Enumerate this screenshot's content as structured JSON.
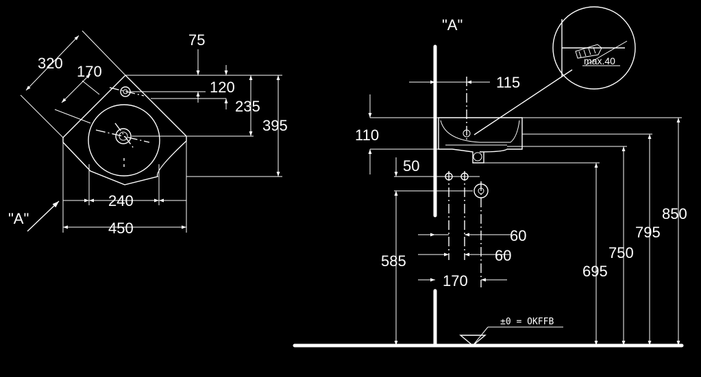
{
  "plan": {
    "dim_320": "320",
    "dim_170": "170",
    "dim_75": "75",
    "dim_120": "120",
    "dim_235": "235",
    "dim_395": "395",
    "dim_240": "240",
    "dim_450": "450",
    "view_marker": "\"A\""
  },
  "elevation": {
    "view_title": "\"A\"",
    "dim_115": "115",
    "dim_110": "110",
    "dim_50": "50",
    "dim_60_top": "60",
    "dim_60_bottom": "60",
    "dim_585": "585",
    "dim_170": "170",
    "dim_695": "695",
    "dim_750": "750",
    "dim_795": "795",
    "dim_850": "850",
    "detail_max": "max.40",
    "floor_reference": "±0 = OKFFB"
  }
}
